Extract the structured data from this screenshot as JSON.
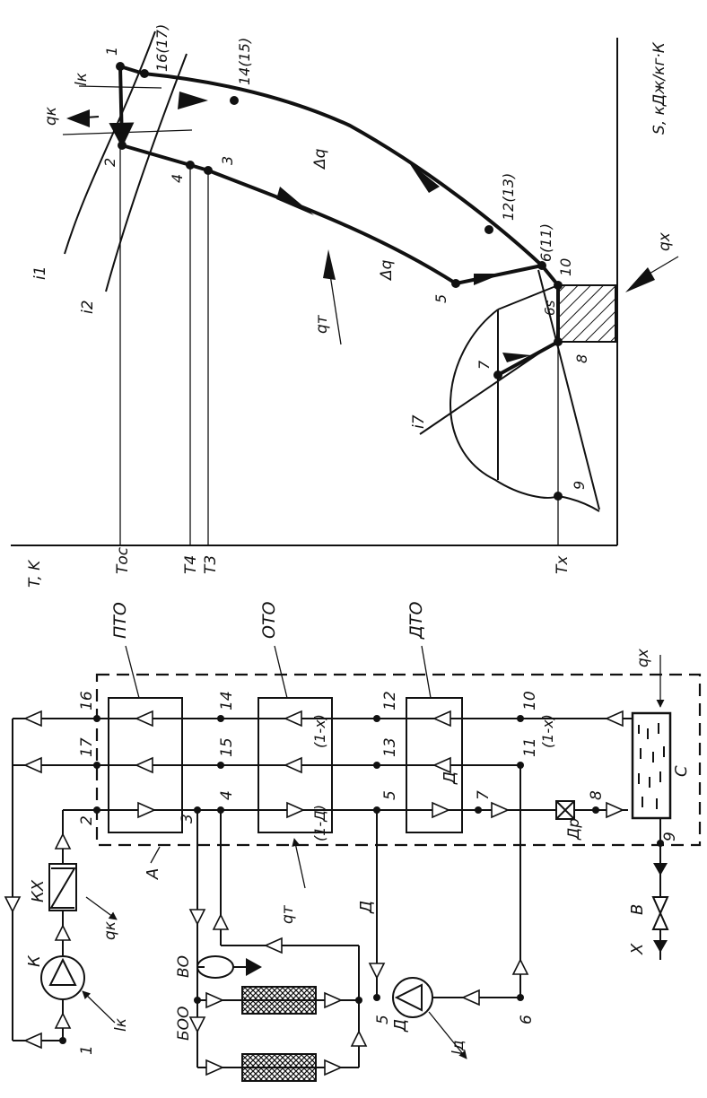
{
  "ts_diagram": {
    "axis_labels": {
      "temperature": "T, K",
      "entropy": "S, кДж/кг·К"
    },
    "temperature_ticks": {
      "t_os": "Tос",
      "t4": "T4",
      "t3": "T3",
      "tx": "Tx"
    },
    "state_points": {
      "p1": "1",
      "p2": "2",
      "p16": "16(17)",
      "p14": "14(15)",
      "p4": "4",
      "p3": "3",
      "p12": "12(13)",
      "p6": "6(11)",
      "p10": "10",
      "p5": "5",
      "p6s": "6s",
      "p7": "7",
      "p8": "8",
      "p9": "9"
    },
    "isobars": {
      "i1": "i1",
      "i2": "i2",
      "i7": "i7"
    },
    "heat_labels": {
      "qk": "qк",
      "lk": "lк",
      "qx": "qx",
      "qt": "qт",
      "dq_forward": "Δq",
      "dq_reverse": "Δq"
    }
  },
  "schematic": {
    "exchangers": {
      "pto": "ПТО",
      "oto": "ОТО",
      "dto": "ДТО"
    },
    "components": {
      "compressor": "К",
      "cooler": "КХ",
      "block_a": "А",
      "expander": "Д",
      "throttle": "Др",
      "collector": "С",
      "valve": "В",
      "output": "Х",
      "oil_separator": "ВО",
      "purifier": "БОО",
      "expander_branch": "Д",
      "exchanger_d_mark": "Д"
    },
    "labels": {
      "qk": "qк",
      "lk": "lк",
      "qt": "qт",
      "qx": "qx",
      "ld": "lд",
      "flow_1x_top": "(1-х)",
      "flow_1x_right": "(1-х)",
      "flow_1d": "(1-Д)"
    },
    "nodes": {
      "n1": "1",
      "n2": "2",
      "n3": "3",
      "n4": "4",
      "n5": "5",
      "n5b": "5",
      "n6": "6",
      "n7": "7",
      "n8": "8",
      "n9": "9",
      "n10": "10",
      "n11": "11",
      "n12": "12",
      "n13": "13",
      "n14": "14",
      "n15": "15",
      "n16": "16",
      "n17": "17"
    }
  }
}
